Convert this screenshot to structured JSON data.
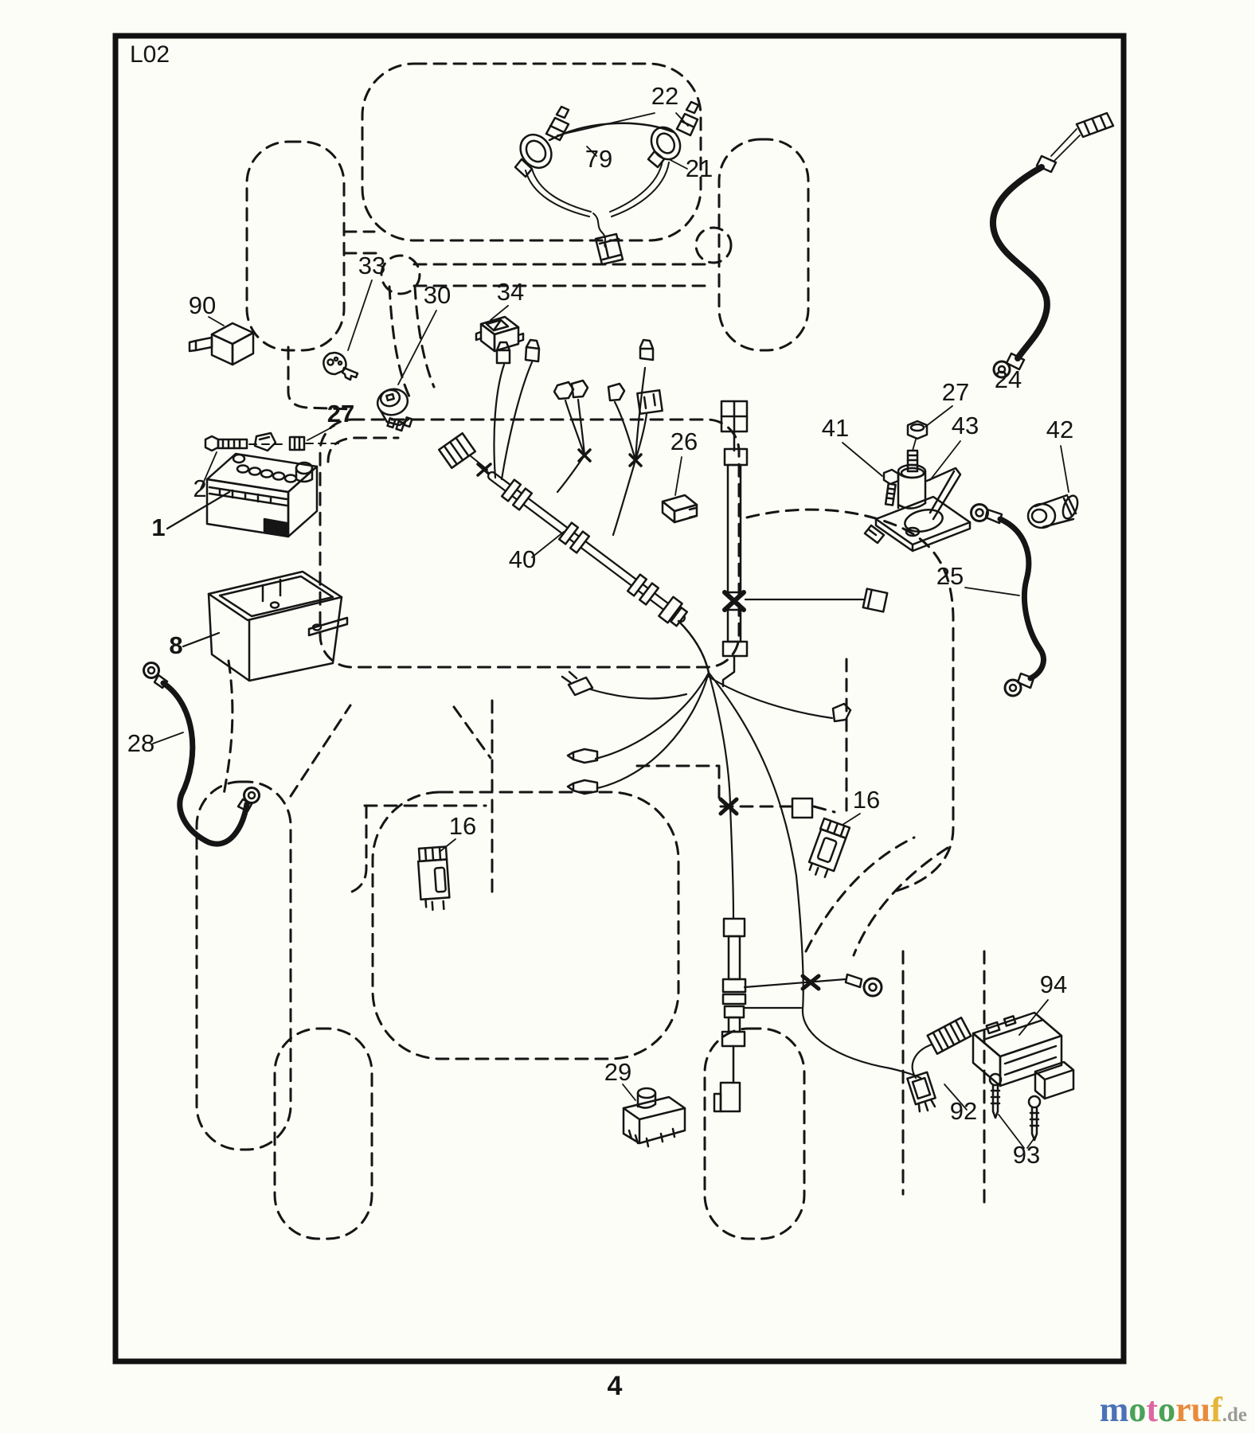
{
  "sheet": {
    "code": "L02",
    "page_number": "4",
    "background_color": "#fbfdf6",
    "line_color": "#151515"
  },
  "callouts": {
    "headlight_bulb_pair": "22",
    "headlight_socket_wire": "79",
    "headlight_harness": "21",
    "ignition_key": "33",
    "ignition_switch": "30",
    "headlight_switch": "34",
    "relay": "90",
    "battery_terminal_nut": "27",
    "battery_terminal_bolt": "2",
    "battery": "1",
    "battery_box": "8",
    "battery_ground_cable": "28",
    "main_wire_harness": "40",
    "fuse": "26",
    "solenoid_bolt": "41",
    "solenoid_nut": "27",
    "starter_solenoid": "43",
    "terminal_boot": "42",
    "starter_cable": "24",
    "engine_ground_cable": "25",
    "interlock_connector_left": "16",
    "interlock_connector_right": "16",
    "plunger_switch": "29",
    "meter_connector": "92",
    "meter_screws": "93",
    "hour_meter": "94"
  },
  "watermark": {
    "letters": [
      {
        "ch": "m",
        "color": "#4a72b8"
      },
      {
        "ch": "o",
        "color": "#4ba157"
      },
      {
        "ch": "t",
        "color": "#df66a2"
      },
      {
        "ch": "o",
        "color": "#4ba157"
      },
      {
        "ch": "r",
        "color": "#e98a3c"
      },
      {
        "ch": "u",
        "color": "#e98a3c"
      },
      {
        "ch": "f",
        "color": "#e5b53b"
      }
    ],
    "suffix": ".de",
    "suffix_color": "#9a9a9a"
  }
}
